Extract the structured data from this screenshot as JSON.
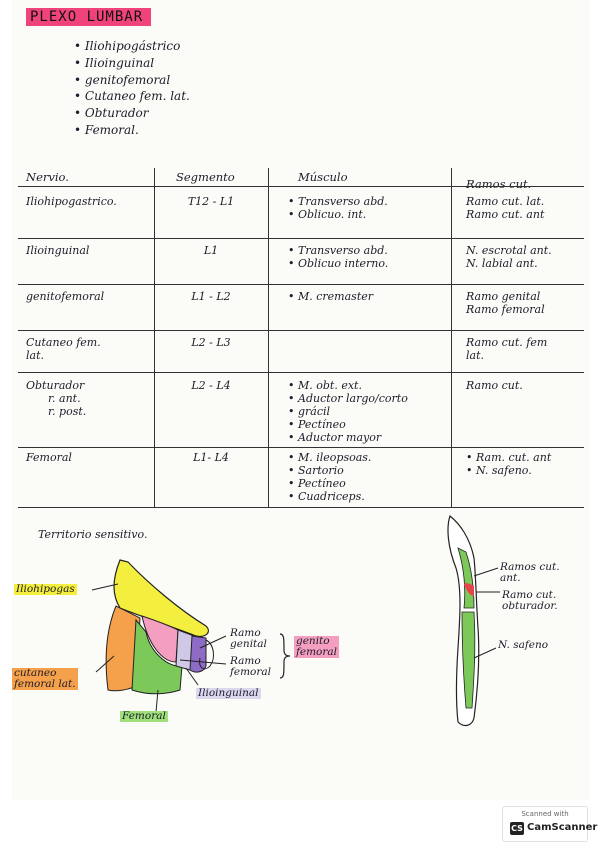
{
  "title": "PLEXO LUMBAR",
  "colors": {
    "pink_title": "#f0437c",
    "yellow": "#f4ef3e",
    "orange": "#f5a04a",
    "green": "#7cc95a",
    "pink": "#f59fc0",
    "purple": "#8e6bc4",
    "red": "#e8434a"
  },
  "nerve_list": [
    "Iliohipogástrico",
    "Ilioinguinal",
    "genitofemoral",
    "Cutaneo fem. lat.",
    "Obturador",
    "Femoral."
  ],
  "table": {
    "headers": [
      "Nervio.",
      "Segmento",
      "Músculo",
      "Ramos cut."
    ],
    "rows": [
      {
        "nervio": [
          "Iliohipogastrico."
        ],
        "segmento": "T12 - L1",
        "musculo": [
          "Transverso abd.",
          "Oblicuo. int."
        ],
        "ramos": [
          {
            "t": "Ramo cut. lat.",
            "b": false
          },
          {
            "t": "Ramo cut. ant",
            "b": false
          }
        ]
      },
      {
        "nervio": [
          "Ilioinguinal"
        ],
        "segmento": "L1",
        "musculo": [
          "Transverso abd.",
          "Oblicuo interno."
        ],
        "ramos": [
          {
            "t": "N. escrotal ant.",
            "b": false
          },
          {
            "t": "N. labial ant.",
            "b": false
          }
        ]
      },
      {
        "nervio": [
          "genitofemoral"
        ],
        "segmento": "L1 - L2",
        "musculo": [
          "M. cremaster"
        ],
        "ramos": [
          {
            "t": "Ramo genital",
            "b": false
          },
          {
            "t": "Ramo femoral",
            "b": false
          }
        ]
      },
      {
        "nervio": [
          "Cutaneo fem.",
          "lat."
        ],
        "segmento": "L2 - L3",
        "musculo": [],
        "ramos": [
          {
            "t": "Ramo cut. fem",
            "b": false
          },
          {
            "t": "lat.",
            "b": false
          }
        ]
      },
      {
        "nervio": [
          "Obturador",
          "r. ant.",
          "r. post."
        ],
        "segmento": "L2 - L4",
        "musculo": [
          "M. obt. ext.",
          "Aductor largo/corto",
          "grácil",
          "Pectíneo",
          "Aductor mayor"
        ],
        "ramos": [
          {
            "t": "Ramo cut.",
            "b": false
          }
        ]
      },
      {
        "nervio": [
          "Femoral"
        ],
        "segmento": "L1- L4",
        "musculo": [
          "M. ileopsoas.",
          "Sartorio",
          "Pectíneo",
          "Cuadriceps."
        ],
        "ramos": [
          {
            "t": "Ram. cut. ant",
            "b": true
          },
          {
            "t": "N. safeno.",
            "b": true
          }
        ]
      }
    ]
  },
  "territory": {
    "heading": "Territorio sensitivo.",
    "labels": {
      "iliohipogas": "Iliohipogas",
      "cutaneo": [
        "cutaneo",
        "femoral lat."
      ],
      "femoral": "Femoral",
      "ilioinguinal": "Ilioinguinal",
      "ramo_genital": [
        "Ramo",
        "genital"
      ],
      "ramo_femoral": [
        "Ramo",
        "femoral"
      ],
      "genitofemoral": [
        "genito",
        "femoral"
      ],
      "ramos_cut_ant": [
        "Ramos cut.",
        "ant."
      ],
      "ramo_cut_obt": [
        "Ramo cut.",
        "obturador."
      ],
      "n_safeno": "N. safeno"
    }
  },
  "badge": {
    "scanned": "Scanned with",
    "brand": "CamScanner",
    "icon": "CS"
  }
}
